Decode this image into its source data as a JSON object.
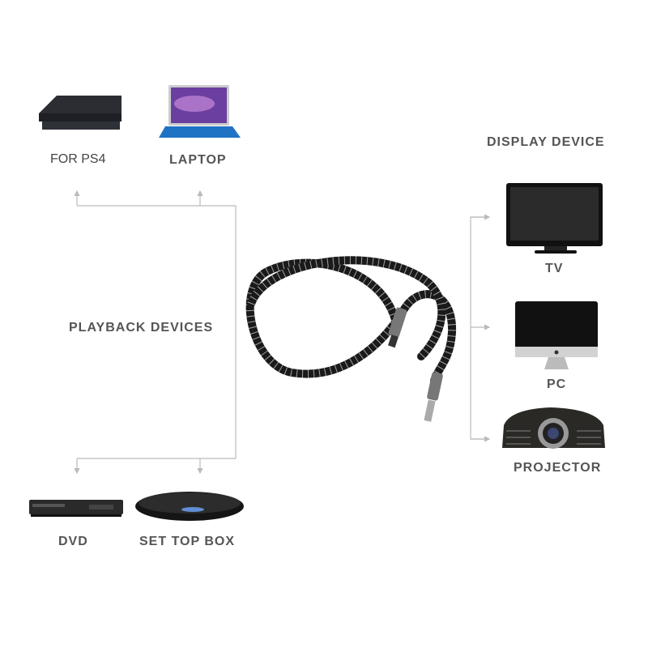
{
  "playback": {
    "heading": "PLAYBACK DEVICES",
    "devices": [
      {
        "label": "FOR PS4",
        "icon": "game-console-icon"
      },
      {
        "label": "LAPTOP",
        "icon": "laptop-icon"
      },
      {
        "label": "DVD",
        "icon": "dvd-player-icon"
      },
      {
        "label": "SET TOP BOX",
        "icon": "set-top-box-icon"
      }
    ]
  },
  "display": {
    "heading": "DISPLAY DEVICE",
    "devices": [
      {
        "label": "TV",
        "icon": "tv-icon"
      },
      {
        "label": "PC",
        "icon": "desktop-computer-icon"
      },
      {
        "label": "PROJECTOR",
        "icon": "projector-icon"
      }
    ]
  },
  "product": {
    "icon": "optical-audio-cable-icon"
  },
  "colors": {
    "text": "#555555",
    "line": "#bbbbbb",
    "cable": "#1a1a1a"
  }
}
